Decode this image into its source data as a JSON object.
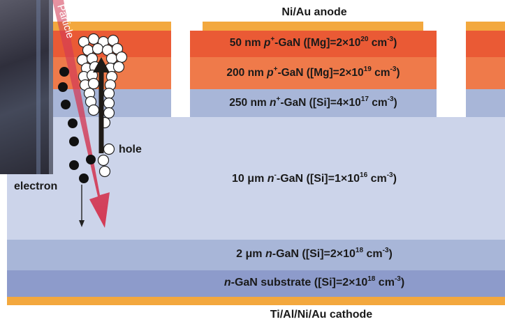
{
  "anode_label": "Ni/Au anode",
  "cathode_label": "Ti/Al/Ni/Au cathode",
  "layers": {
    "l1": {
      "pre": "50 nm ",
      "it": "p",
      "sup1": "+",
      "mid": "-GaN ([Mg]=2×10",
      "exp": "20",
      "post": " cm",
      "unitexp": "-3",
      "close": ")"
    },
    "l2": {
      "pre": "200 nm ",
      "it": "p",
      "sup1": "+",
      "mid": "-GaN ([Mg]=2×10",
      "exp": "19",
      "post": " cm",
      "unitexp": "-3",
      "close": ")"
    },
    "l3": {
      "pre": "250 nm ",
      "it": "n",
      "sup1": "+",
      "mid": "-GaN ([Si]=4×10",
      "exp": "17",
      "post": " cm",
      "unitexp": "-3",
      "close": ")"
    },
    "l4": {
      "pre": "10 μm ",
      "it": "n",
      "sup1": "-",
      "mid": "-GaN ([Si]=1×10",
      "exp": "16",
      "post": " cm",
      "unitexp": "-3",
      "close": ")"
    },
    "l5": {
      "pre": "2 μm ",
      "it": "n",
      "sup1": "",
      "mid": "-GaN ([Si]=2×10",
      "exp": "18",
      "post": " cm",
      "unitexp": "-3",
      "close": ")"
    },
    "l6": {
      "pre": "",
      "it": "n",
      "sup1": "",
      "mid": "-GaN substrate ([Si]=2×10",
      "exp": "18",
      "post": " cm",
      "unitexp": "-3",
      "close": ")"
    }
  },
  "particle_label": "Particle",
  "hole_label": "hole",
  "electron_label": "electron",
  "colors": {
    "metal": "#f3a83e",
    "p_plus_heavy": "#ea5a35",
    "p_plus": "#ef7a4a",
    "n_plus": "#a8b6d8",
    "n_minus": "#ccd4ea",
    "n_mid": "#a8b6d8",
    "substrate": "#8d9bcb",
    "particle_arrow": "#d33a55",
    "photo": "#3b3b4a"
  }
}
